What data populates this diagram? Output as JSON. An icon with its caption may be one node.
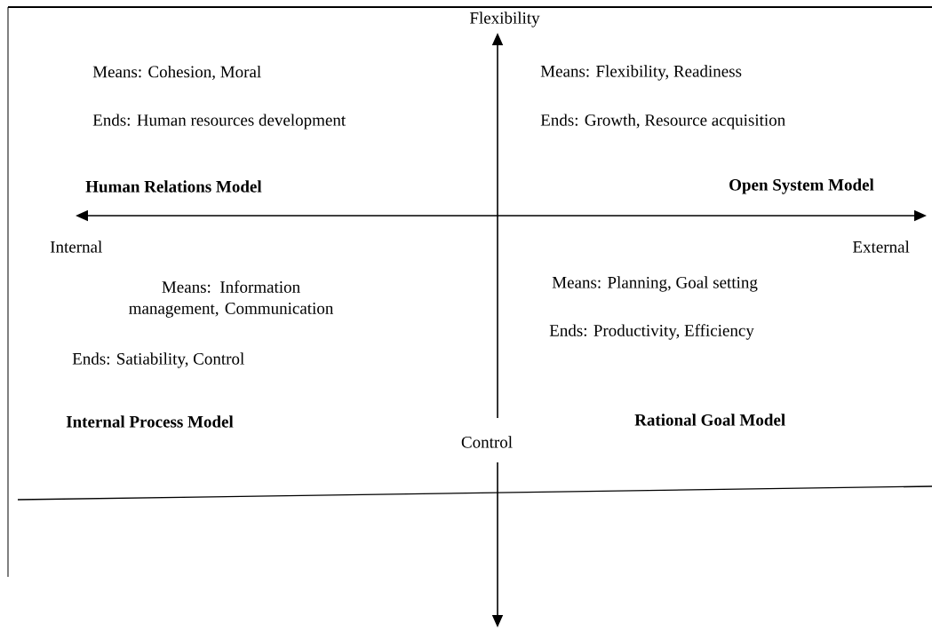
{
  "diagram": {
    "labels": [
      "Flexibility",
      "Means: Cohesion, Moral",
      "Means: Flexibility, Readiness",
      "Ends: Human resources development",
      "Ends: Growth, Resource acquisition",
      "Human Relations Model",
      "Open System Model",
      "Internal",
      "External",
      "Means: Information management, Communication",
      "Means: Planning, Goal setting",
      "Ends: Productivity, Efficiency",
      "Ends: Satiability, Control",
      "Internal Process Model",
      "Rational Goal Model",
      "Control"
    ]
  }
}
